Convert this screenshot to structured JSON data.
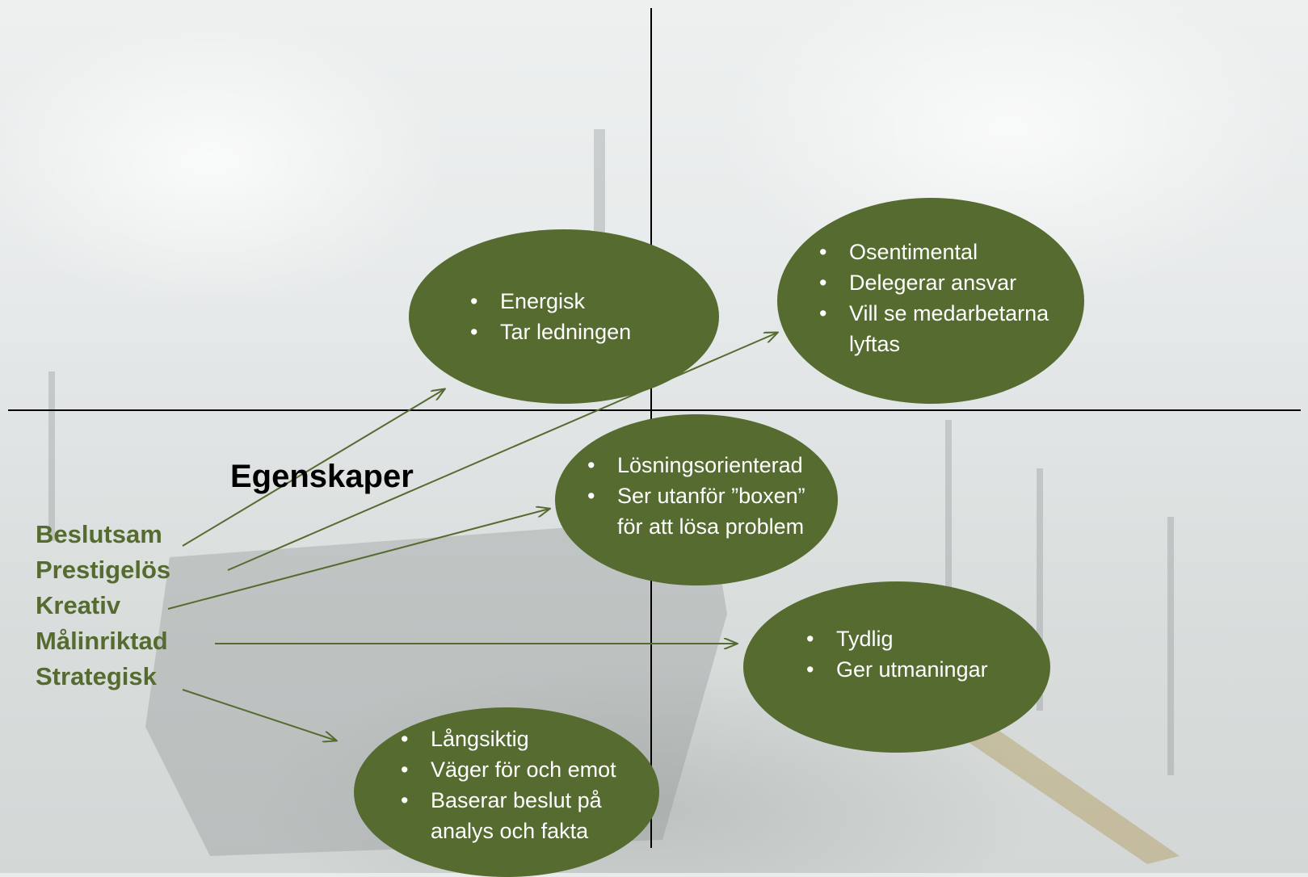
{
  "heading": "Egenskaper",
  "traits": [
    "Beslutsam",
    "Prestigelös",
    "Kreativ",
    "Målinriktad",
    "Strategisk"
  ],
  "bubbles": {
    "energisk": [
      "Energisk",
      "Tar ledningen"
    ],
    "osentimental": [
      "Osentimental",
      "Delegerar ansvar",
      "Vill se medarbetarna lyftas"
    ],
    "losning": [
      "Lösningsorienterad",
      "Ser utanför ”boxen” för att lösa problem"
    ],
    "tydlig": [
      "Tydlig",
      "Ger utmaningar"
    ],
    "langsiktig": [
      "Långsiktig",
      "Väger för och emot",
      "Baserar beslut på analys och fakta"
    ]
  },
  "colors": {
    "bubble_fill": "#556b2f",
    "trait_text": "#556b2f",
    "arrow": "#556b2f",
    "axis": "#000000"
  }
}
